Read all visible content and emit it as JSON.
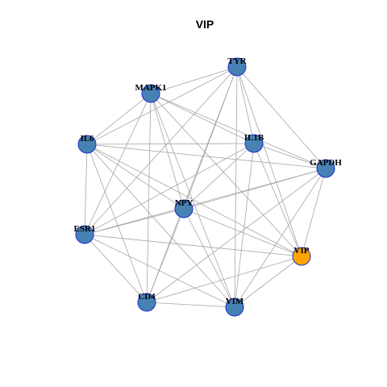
{
  "title": "VIP",
  "colors": {
    "node_default": "#4682b4",
    "node_highlight": "#ffa500",
    "node_border": "#1f2fcf",
    "edge": "#a6a6a6"
  },
  "nodes": [
    {
      "id": "TYR",
      "label": "TYR",
      "highlight": false
    },
    {
      "id": "MAPK1",
      "label": "MAPK1",
      "highlight": false
    },
    {
      "id": "IL6",
      "label": "IL6",
      "highlight": false
    },
    {
      "id": "IL1B",
      "label": "IL1B",
      "highlight": false
    },
    {
      "id": "GAPDH",
      "label": "GAPDH",
      "highlight": false
    },
    {
      "id": "NPY",
      "label": "NPY",
      "highlight": false
    },
    {
      "id": "ESR1",
      "label": "ESR1",
      "highlight": false
    },
    {
      "id": "VIP",
      "label": "VIP",
      "highlight": true
    },
    {
      "id": "CD4",
      "label": "CD4",
      "highlight": false
    },
    {
      "id": "VIM",
      "label": "VIM",
      "highlight": false
    }
  ],
  "edges": [
    [
      "TYR",
      "MAPK1"
    ],
    [
      "TYR",
      "IL6"
    ],
    [
      "TYR",
      "IL1B"
    ],
    [
      "TYR",
      "GAPDH"
    ],
    [
      "TYR",
      "NPY"
    ],
    [
      "TYR",
      "ESR1"
    ],
    [
      "TYR",
      "VIP"
    ],
    [
      "TYR",
      "CD4"
    ],
    [
      "TYR",
      "VIM"
    ],
    [
      "MAPK1",
      "IL6"
    ],
    [
      "MAPK1",
      "IL1B"
    ],
    [
      "MAPK1",
      "GAPDH"
    ],
    [
      "MAPK1",
      "NPY"
    ],
    [
      "MAPK1",
      "ESR1"
    ],
    [
      "MAPK1",
      "VIP"
    ],
    [
      "MAPK1",
      "CD4"
    ],
    [
      "MAPK1",
      "VIM"
    ],
    [
      "IL6",
      "IL1B"
    ],
    [
      "IL6",
      "GAPDH"
    ],
    [
      "IL6",
      "NPY"
    ],
    [
      "IL6",
      "ESR1"
    ],
    [
      "IL6",
      "VIP"
    ],
    [
      "IL6",
      "CD4"
    ],
    [
      "IL6",
      "VIM"
    ],
    [
      "IL1B",
      "GAPDH"
    ],
    [
      "IL1B",
      "NPY"
    ],
    [
      "IL1B",
      "ESR1"
    ],
    [
      "IL1B",
      "VIP"
    ],
    [
      "IL1B",
      "VIM"
    ],
    [
      "GAPDH",
      "NPY"
    ],
    [
      "GAPDH",
      "ESR1"
    ],
    [
      "GAPDH",
      "VIP"
    ],
    [
      "GAPDH",
      "CD4"
    ],
    [
      "GAPDH",
      "VIM"
    ],
    [
      "NPY",
      "ESR1"
    ],
    [
      "NPY",
      "VIP"
    ],
    [
      "NPY",
      "CD4"
    ],
    [
      "NPY",
      "VIM"
    ],
    [
      "ESR1",
      "VIP"
    ],
    [
      "ESR1",
      "CD4"
    ],
    [
      "ESR1",
      "VIM"
    ],
    [
      "VIP",
      "CD4"
    ],
    [
      "VIP",
      "VIM"
    ],
    [
      "CD4",
      "VIM"
    ]
  ]
}
